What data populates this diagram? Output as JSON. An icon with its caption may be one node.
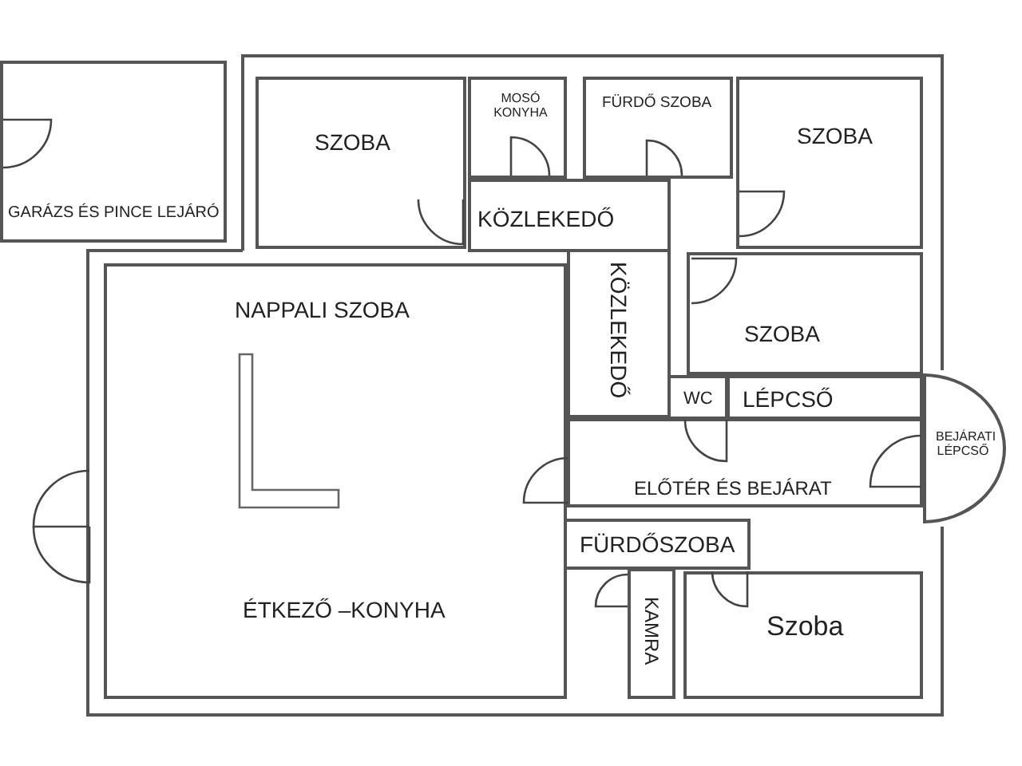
{
  "diagram": {
    "nodes": [
      {
        "text": [
          "GARÁZS ÉS PINCE LEJÁRÓ"
        ]
      },
      {
        "text": [
          "SZOBA"
        ]
      },
      {
        "text": [
          "MOSÓ KONYHA"
        ]
      },
      {
        "text": [
          "FÜRDŐ SZOBA"
        ]
      },
      {
        "text": [
          "SZOBA"
        ]
      },
      {
        "text": [
          "KÖZLEKEDŐ"
        ]
      },
      {
        "text": [
          "NAPPALI SZOBA",
          "ÉTKEZŐ –KONYHA"
        ]
      },
      {
        "text": [
          "KÖZLEKEDŐ"
        ]
      },
      {
        "text": [
          "SZOBA"
        ]
      },
      {
        "text": [
          "WC"
        ]
      },
      {
        "text": [
          "LÉPCSŐ"
        ]
      },
      {
        "text": [
          "ELŐTÉR ÉS BEJÁRAT"
        ]
      },
      {
        "text": [
          "BEJÁRATI LÉPCSŐ"
        ]
      },
      {
        "text": [
          "FÜRDŐSZOBA"
        ]
      },
      {
        "text": [
          "KAMRA"
        ]
      },
      {
        "text": [
          "Szoba"
        ]
      }
    ]
  }
}
